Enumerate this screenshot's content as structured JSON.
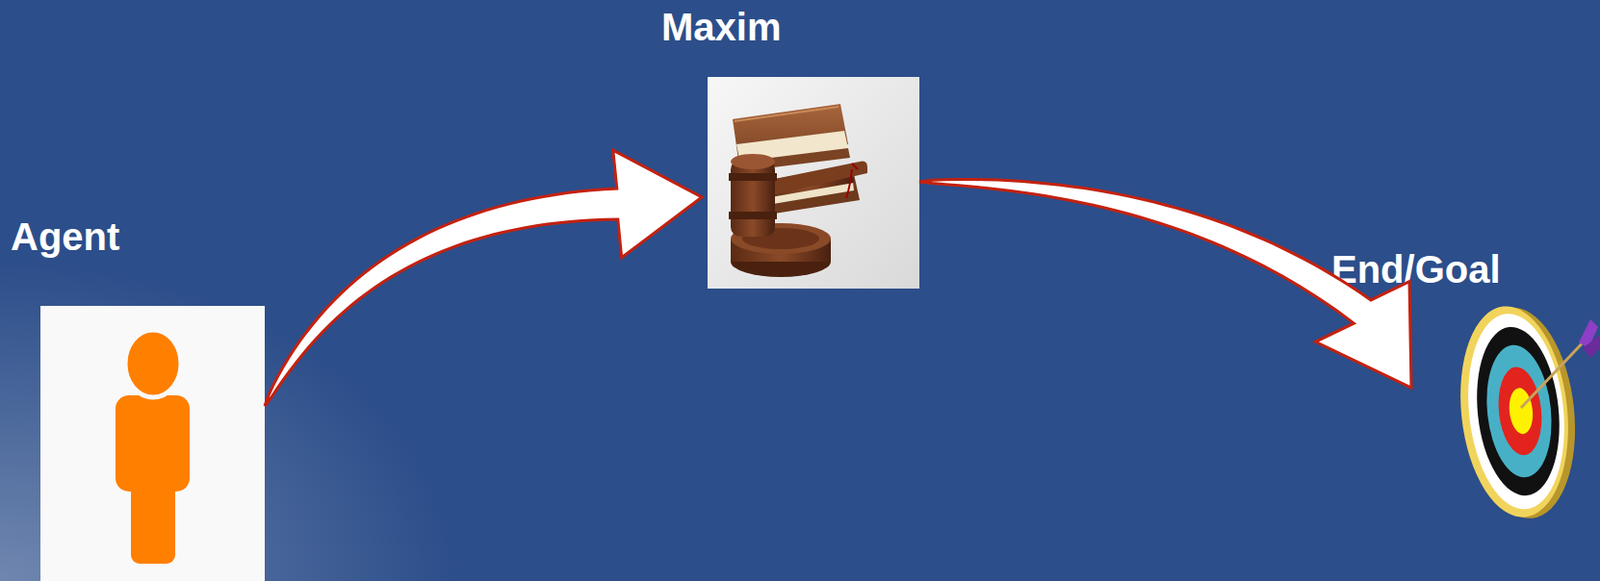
{
  "diagram": {
    "nodes": [
      {
        "text": [
          "Agent"
        ]
      },
      {
        "text": [
          "Maxim"
        ]
      },
      {
        "text": [
          "End/Goal"
        ]
      }
    ],
    "edges": [
      {
        "from": 0,
        "to": 1,
        "arrow": "to"
      },
      {
        "from": 1,
        "to": 2,
        "arrow": "to"
      }
    ]
  }
}
